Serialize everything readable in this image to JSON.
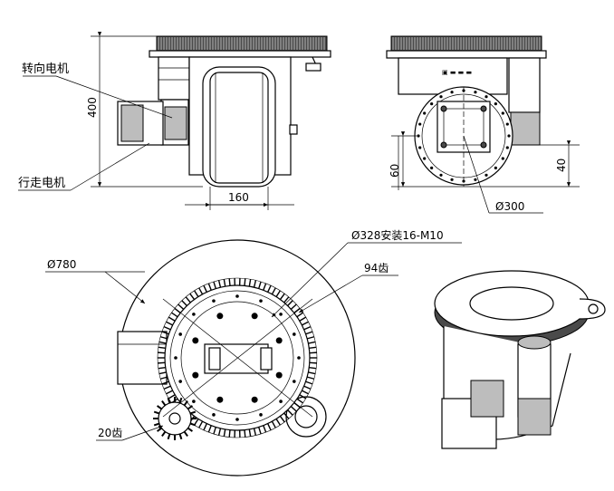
{
  "labels": {
    "steering_motor": "转向电机",
    "drive_motor": "行走电机",
    "height_400": "400",
    "width_160": "160",
    "dim_60": "60",
    "dim_40": "40",
    "dia_300": "Ø300",
    "dia_780": "Ø780",
    "bolt_circle": "Ø328安装16-M10",
    "teeth_94": "94齿",
    "teeth_20": "20齿"
  },
  "icons": {
    "logo": "brand-logo-icon"
  }
}
